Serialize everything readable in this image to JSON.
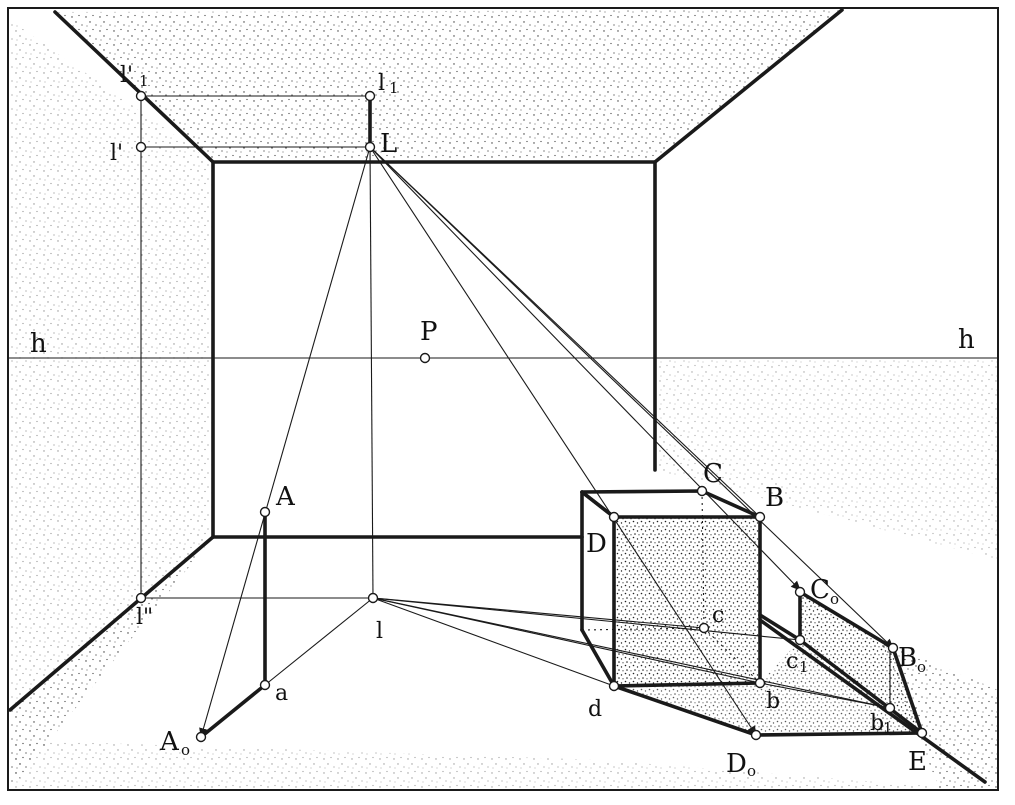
{
  "labels": {
    "h_left": "h",
    "h_right": "h",
    "P": "P",
    "L": "L",
    "l1": "l",
    "l1_sub": "1",
    "l_prime": "l'",
    "l1_prime": "l'",
    "l1_prime_sub": "1",
    "l_dprime": "l\"",
    "l": "l",
    "A": "A",
    "a": "a",
    "A0": "A",
    "A0_sub": "o",
    "C": "C",
    "B": "B",
    "D": "D",
    "c": "c",
    "b": "b",
    "d": "d",
    "C0": "C",
    "C0_sub": "o",
    "B0": "B",
    "B0_sub": "o",
    "c1": "c",
    "c1_sub": "1",
    "b1": "b",
    "b1_sub": "1",
    "D0": "D",
    "D0_sub": "o",
    "E": "E"
  }
}
